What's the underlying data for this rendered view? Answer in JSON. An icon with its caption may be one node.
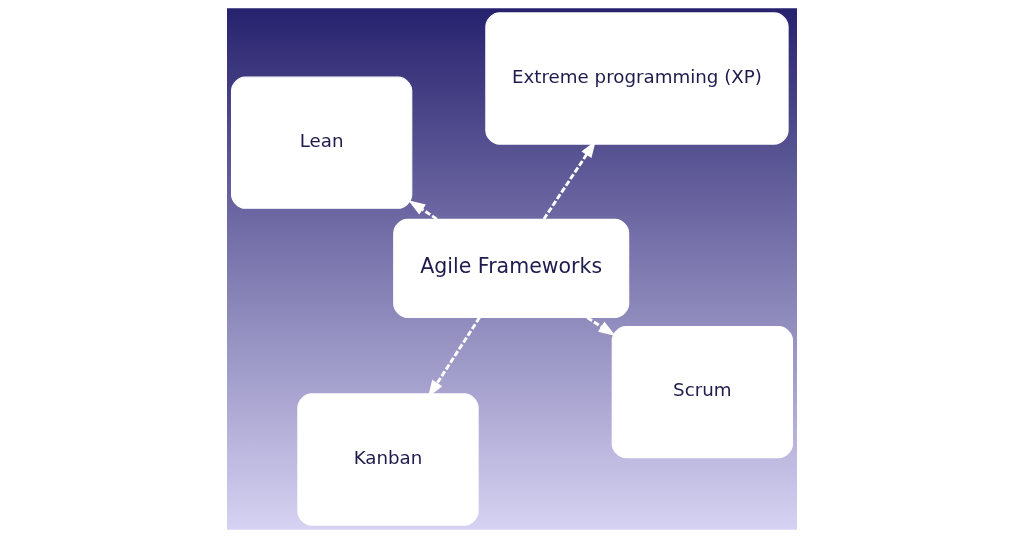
{
  "diagram": {
    "nodes": [
      {
        "text": [
          "Agile Frameworks"
        ]
      },
      {
        "text": [
          "Scrum"
        ]
      },
      {
        "text": [
          "Kanban"
        ]
      },
      {
        "text": [
          "Lean"
        ]
      },
      {
        "text": [
          "Extreme programming (XP)"
        ]
      }
    ],
    "edges": [
      {
        "from": 0,
        "to": 1,
        "arrow": "to",
        "style": "dashed"
      },
      {
        "from": 0,
        "to": 2,
        "arrow": "to",
        "style": "dashed"
      },
      {
        "from": 0,
        "to": 3,
        "arrow": "to",
        "style": "dashed"
      },
      {
        "from": 0,
        "to": 4,
        "arrow": "to",
        "style": "dashed"
      }
    ]
  }
}
